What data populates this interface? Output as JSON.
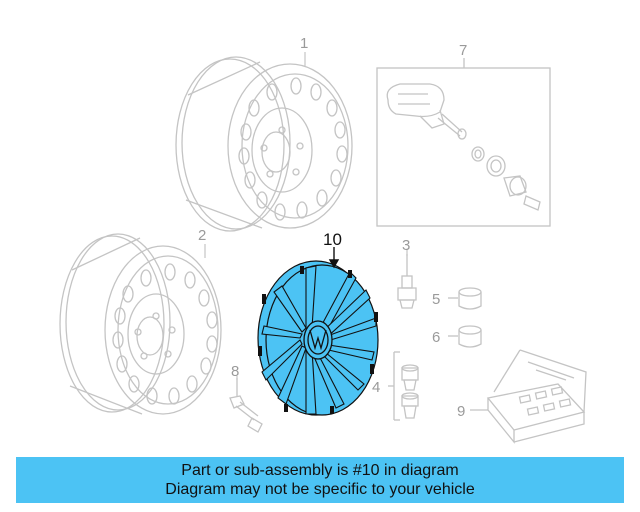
{
  "diagram": {
    "callouts": [
      "1",
      "2",
      "3",
      "4",
      "5",
      "6",
      "7",
      "8",
      "9",
      "10"
    ],
    "highlighted_part": "10",
    "colors": {
      "line": "#c4c4c4",
      "label": "#9a9a9a",
      "highlight": "#4cc3f4",
      "outline": "#111111"
    }
  },
  "banner": {
    "line1": "Part or sub-assembly is #10 in diagram",
    "line2": "Diagram may not be specific to your vehicle",
    "color": "#4cc3f4"
  }
}
